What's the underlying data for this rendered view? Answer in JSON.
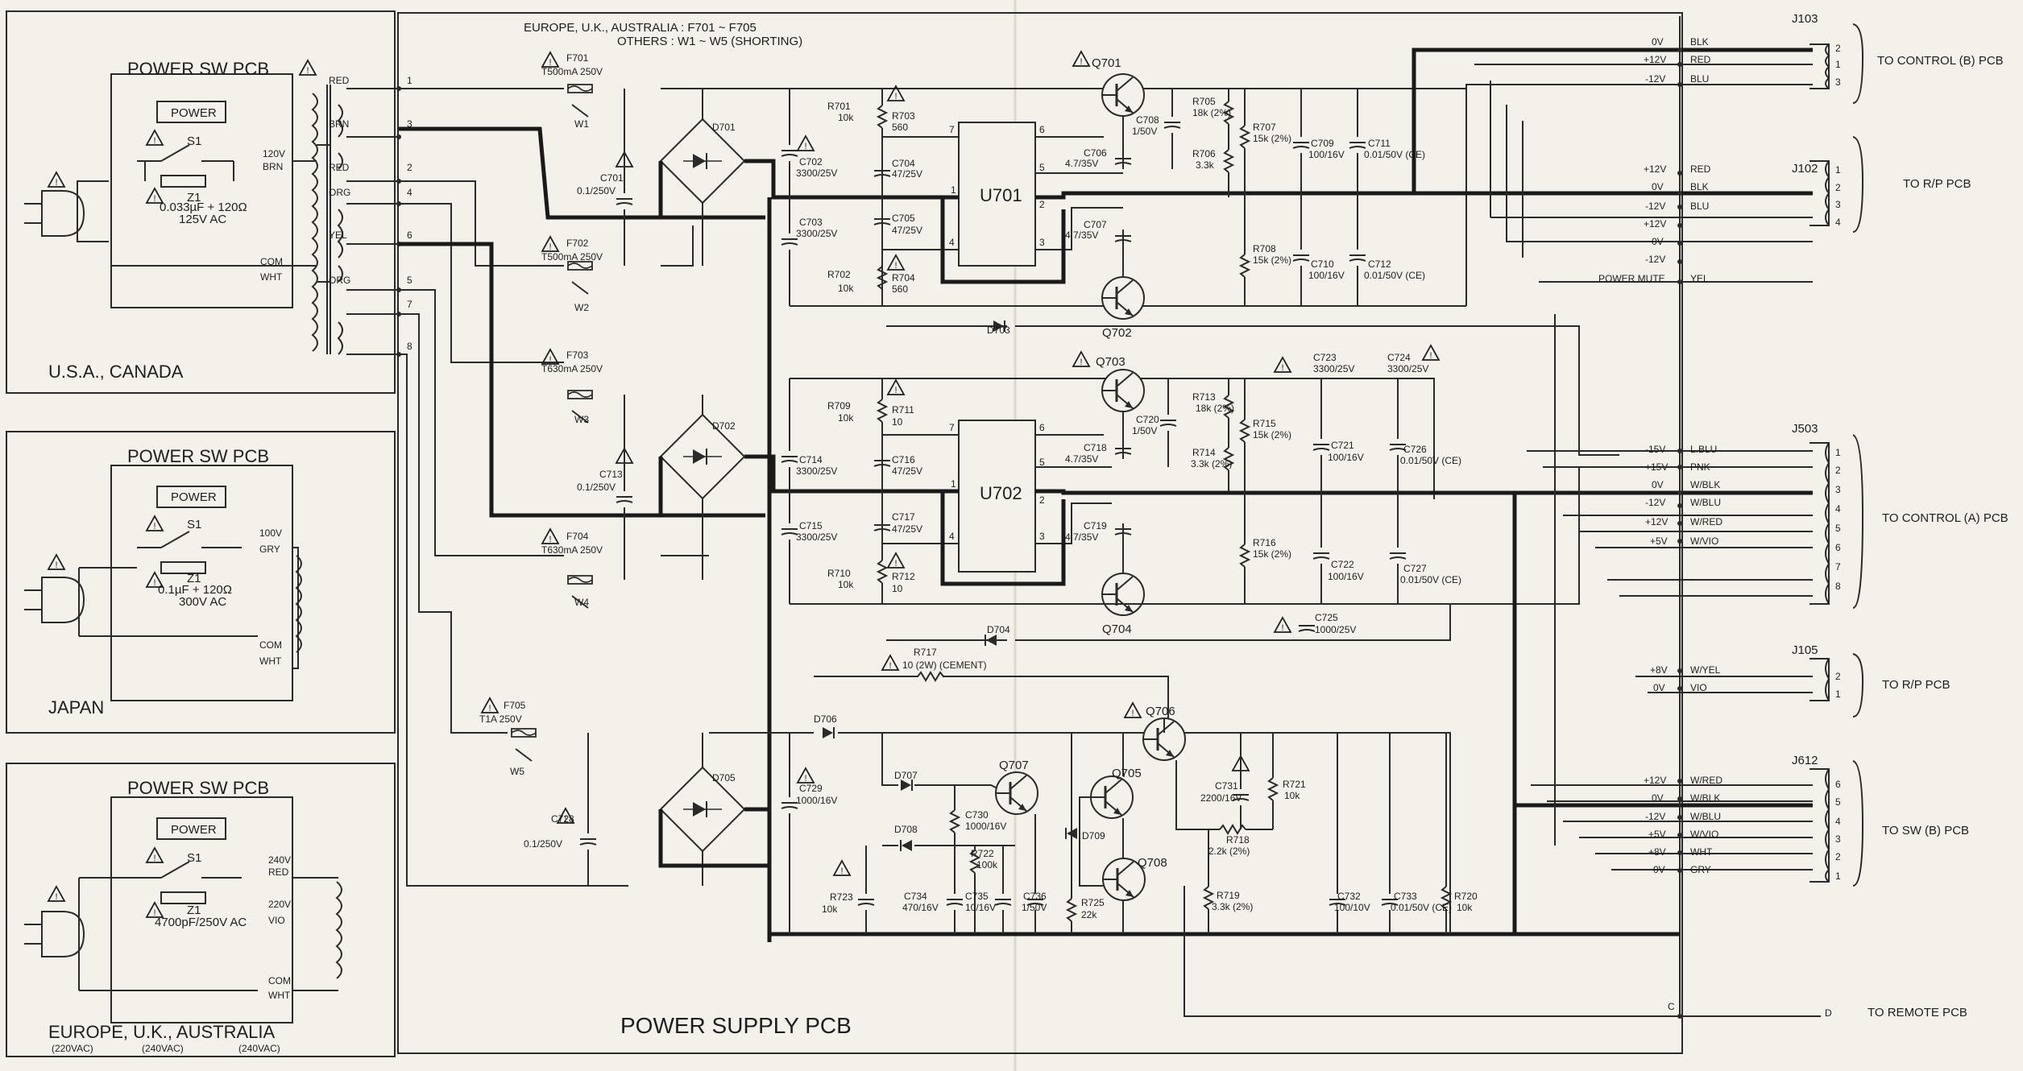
{
  "region_note": {
    "line1": "EUROPE, U.K., AUSTRALIA : F701 ~ F705",
    "line2": "OTHERS : W1 ~ W5 (SHORTING)"
  },
  "main_board_title": "POWER SUPPLY PCB",
  "sw_pcbs": [
    {
      "title": "POWER SW PCB",
      "button": "POWER",
      "switch": "S1",
      "z_ref": "Z1",
      "z_value_line1": "0.033µF + 120Ω",
      "z_value_line2": "125V AC",
      "tap_top": "120V",
      "tap_top_color": "BRN",
      "tap_com": "COM",
      "tap_com_color": "WHT",
      "region": "U.S.A., CANADA"
    },
    {
      "title": "POWER SW PCB",
      "button": "POWER",
      "switch": "S1",
      "z_ref": "Z1",
      "z_value_line1": "0.1µF + 120Ω",
      "z_value_line2": "300V AC",
      "tap_top": "100V",
      "tap_top_color": "GRY",
      "tap_com": "COM",
      "tap_com_color": "WHT",
      "region": "JAPAN"
    },
    {
      "title": "POWER SW PCB",
      "button": "POWER",
      "switch": "S1",
      "z_ref": "Z1",
      "z_value_line1": "4700pF/250V AC",
      "z_value_line2": "",
      "tap_top": "240V",
      "tap_top_color": "RED",
      "tap_mid": "220V",
      "tap_mid_color": "VIO",
      "tap_com": "COM",
      "tap_com_color": "WHT",
      "region": "EUROPE, U.K., AUSTRALIA",
      "region_sub": [
        "(220VAC)",
        "(240VAC)",
        "(240VAC)"
      ]
    }
  ],
  "transformer_wires": [
    {
      "color": "RED",
      "pin": "1"
    },
    {
      "color": "BRN",
      "pin": "3"
    },
    {
      "color": "RED",
      "pin": "2"
    },
    {
      "color": "ORG",
      "pin": "4"
    },
    {
      "color": "YEL",
      "pin": "6"
    },
    {
      "color": "ORG",
      "pin": "5"
    },
    {
      "color": "",
      "pin": "7"
    },
    {
      "color": "",
      "pin": "8"
    }
  ],
  "fuses": [
    {
      "ref": "F701",
      "value": "T500mA 250V",
      "wire": "W1"
    },
    {
      "ref": "F702",
      "value": "T500mA 250V",
      "wire": "W2"
    },
    {
      "ref": "F703",
      "value": "T630mA 250V",
      "wire": "W3"
    },
    {
      "ref": "F704",
      "value": "T630mA 250V",
      "wire": "W4"
    },
    {
      "ref": "F705",
      "value": "T1A 250V",
      "wire": "W5"
    }
  ],
  "small_caps": [
    {
      "ref": "C701",
      "value": "0.1/250V"
    },
    {
      "ref": "C713",
      "value": "0.1/250V"
    },
    {
      "ref": "C728",
      "value": "0.1/250V"
    }
  ],
  "bridges": [
    "D701",
    "D702",
    "D705"
  ],
  "regulators": [
    {
      "ref": "U701",
      "pins": {
        "in_top": "7",
        "in_mid": "1",
        "in_bot": "4",
        "out_top": "6",
        "out_mid": "5",
        "out_bot": "3",
        "out_low": "2"
      }
    },
    {
      "ref": "U702",
      "pins": {
        "in_top": "7",
        "in_mid": "1",
        "in_bot": "4",
        "out_top": "6",
        "out_mid": "5",
        "out_bot": "3",
        "out_low": "2"
      }
    }
  ],
  "transistors": [
    "Q701",
    "Q702",
    "Q703",
    "Q704",
    "Q705",
    "Q706",
    "Q707",
    "Q708"
  ],
  "diodes": [
    "D703",
    "D704",
    "D706",
    "D707",
    "D708",
    "D709"
  ],
  "parts_upper": [
    {
      "ref": "C702",
      "value": "3300/25V"
    },
    {
      "ref": "C703",
      "value": "3300/25V"
    },
    {
      "ref": "R701",
      "value": "10k"
    },
    {
      "ref": "R702",
      "value": "10k"
    },
    {
      "ref": "R703",
      "value": "560"
    },
    {
      "ref": "R704",
      "value": "560"
    },
    {
      "ref": "C704",
      "value": "47/25V"
    },
    {
      "ref": "C705",
      "value": "47/25V"
    },
    {
      "ref": "C706",
      "value": "4.7/35V"
    },
    {
      "ref": "C707",
      "value": "4.7/35V"
    },
    {
      "ref": "C708",
      "value": "1/50V"
    },
    {
      "ref": "R705",
      "value": "18k (2%)"
    },
    {
      "ref": "R706",
      "value": "3.3k"
    },
    {
      "ref": "R707",
      "value": "15k (2%)"
    },
    {
      "ref": "R708",
      "value": "15k (2%)"
    },
    {
      "ref": "C709",
      "value": "100/16V"
    },
    {
      "ref": "C710",
      "value": "100/16V"
    },
    {
      "ref": "C711",
      "value": "0.01/50V (CE)"
    },
    {
      "ref": "C712",
      "value": "0.01/50V (CE)"
    }
  ],
  "parts_middle": [
    {
      "ref": "C714",
      "value": "3300/25V"
    },
    {
      "ref": "C715",
      "value": "3300/25V"
    },
    {
      "ref": "R709",
      "value": "10k"
    },
    {
      "ref": "R710",
      "value": "10k"
    },
    {
      "ref": "R711",
      "value": "10"
    },
    {
      "ref": "R712",
      "value": "10"
    },
    {
      "ref": "C716",
      "value": "47/25V"
    },
    {
      "ref": "C717",
      "value": "47/25V"
    },
    {
      "ref": "C718",
      "value": "4.7/35V"
    },
    {
      "ref": "C719",
      "value": "4.7/35V"
    },
    {
      "ref": "C720",
      "value": "1/50V"
    },
    {
      "ref": "R713",
      "value": "18k (2%)"
    },
    {
      "ref": "R714",
      "value": "3.3k (2%)"
    },
    {
      "ref": "R715",
      "value": "15k (2%)"
    },
    {
      "ref": "R716",
      "value": "15k (2%)"
    },
    {
      "ref": "C721",
      "value": "100/16V"
    },
    {
      "ref": "C722",
      "value": "100/16V"
    },
    {
      "ref": "C723",
      "value": "3300/25V"
    },
    {
      "ref": "C724",
      "value": "3300/25V"
    },
    {
      "ref": "C725",
      "value": "1000/25V"
    },
    {
      "ref": "C726",
      "value": "0.01/50V (CE)"
    },
    {
      "ref": "C727",
      "value": "0.01/50V (CE)"
    }
  ],
  "parts_lower": [
    {
      "ref": "R717",
      "value": "10 (2W) (CEMENT)"
    },
    {
      "ref": "C729",
      "value": "1000/16V"
    },
    {
      "ref": "C730",
      "value": "1000/16V"
    },
    {
      "ref": "R722",
      "value": "100k"
    },
    {
      "ref": "R723",
      "value": "10k"
    },
    {
      "ref": "C734",
      "value": "470/16V"
    },
    {
      "ref": "C735",
      "value": "10/16V"
    },
    {
      "ref": "C736",
      "value": "1/50V"
    },
    {
      "ref": "R725",
      "value": "22k"
    },
    {
      "ref": "C731",
      "value": "2200/16V"
    },
    {
      "ref": "R721",
      "value": "10k"
    },
    {
      "ref": "R718",
      "value": "2.2k (2%)"
    },
    {
      "ref": "R719",
      "value": "3.3k (2%)"
    },
    {
      "ref": "C732",
      "value": "100/10V"
    },
    {
      "ref": "C733",
      "value": "0.01/50V (CE)"
    },
    {
      "ref": "R720",
      "value": "10k"
    }
  ],
  "rails_j103": [
    {
      "v": "0V",
      "c": "BLK"
    },
    {
      "v": "+12V",
      "c": "RED"
    },
    {
      "v": "-12V",
      "c": "BLU"
    }
  ],
  "rails_j102": [
    {
      "v": "+12V",
      "c": "RED"
    },
    {
      "v": "0V",
      "c": "BLK"
    },
    {
      "v": "-12V",
      "c": "BLU"
    }
  ],
  "rails_aux": [
    {
      "v": "+12V"
    },
    {
      "v": "0V"
    },
    {
      "v": "-12V"
    },
    {
      "v": "POWER MUTE",
      "c": "YEL"
    }
  ],
  "rails_j503": [
    {
      "v": "-15V",
      "c": "L.BLU"
    },
    {
      "v": "+15V",
      "c": "PNK"
    },
    {
      "v": "0V",
      "c": "W/BLK"
    },
    {
      "v": "-12V",
      "c": "W/BLU"
    },
    {
      "v": "+12V",
      "c": "W/RED"
    },
    {
      "v": "+5V",
      "c": "W/VIO"
    }
  ],
  "rails_j105": [
    {
      "v": "+8V",
      "c": "W/YEL"
    },
    {
      "v": "0V",
      "c": "VIO"
    }
  ],
  "rails_j612": [
    {
      "v": "+12V",
      "c": "W/RED"
    },
    {
      "v": "0V",
      "c": "W/BLK"
    },
    {
      "v": "-12V",
      "c": "W/BLU"
    },
    {
      "v": "+5V",
      "c": "W/VIO"
    },
    {
      "v": "+8V",
      "c": "WHT"
    },
    {
      "v": "0V",
      "c": "GRY"
    }
  ],
  "connectors": [
    {
      "ref": "J103",
      "dest": "TO CONTROL (B) PCB",
      "pins": [
        "2",
        "1",
        "3"
      ]
    },
    {
      "ref": "J102",
      "dest": "TO R/P PCB",
      "pins": [
        "1",
        "2",
        "3",
        "4"
      ]
    },
    {
      "ref": "J503",
      "dest": "TO CONTROL (A) PCB",
      "pins": [
        "1",
        "2",
        "3",
        "4",
        "5",
        "6",
        "7",
        "8"
      ]
    },
    {
      "ref": "J105",
      "dest": "TO R/P PCB",
      "pins": [
        "2",
        "1"
      ]
    },
    {
      "ref": "J612",
      "dest": "TO SW (B) PCB",
      "pins": [
        "6",
        "5",
        "4",
        "3",
        "2",
        "1"
      ]
    }
  ],
  "remote": {
    "pin_c": "C",
    "pin_d": "D",
    "dest": "TO REMOTE PCB"
  }
}
